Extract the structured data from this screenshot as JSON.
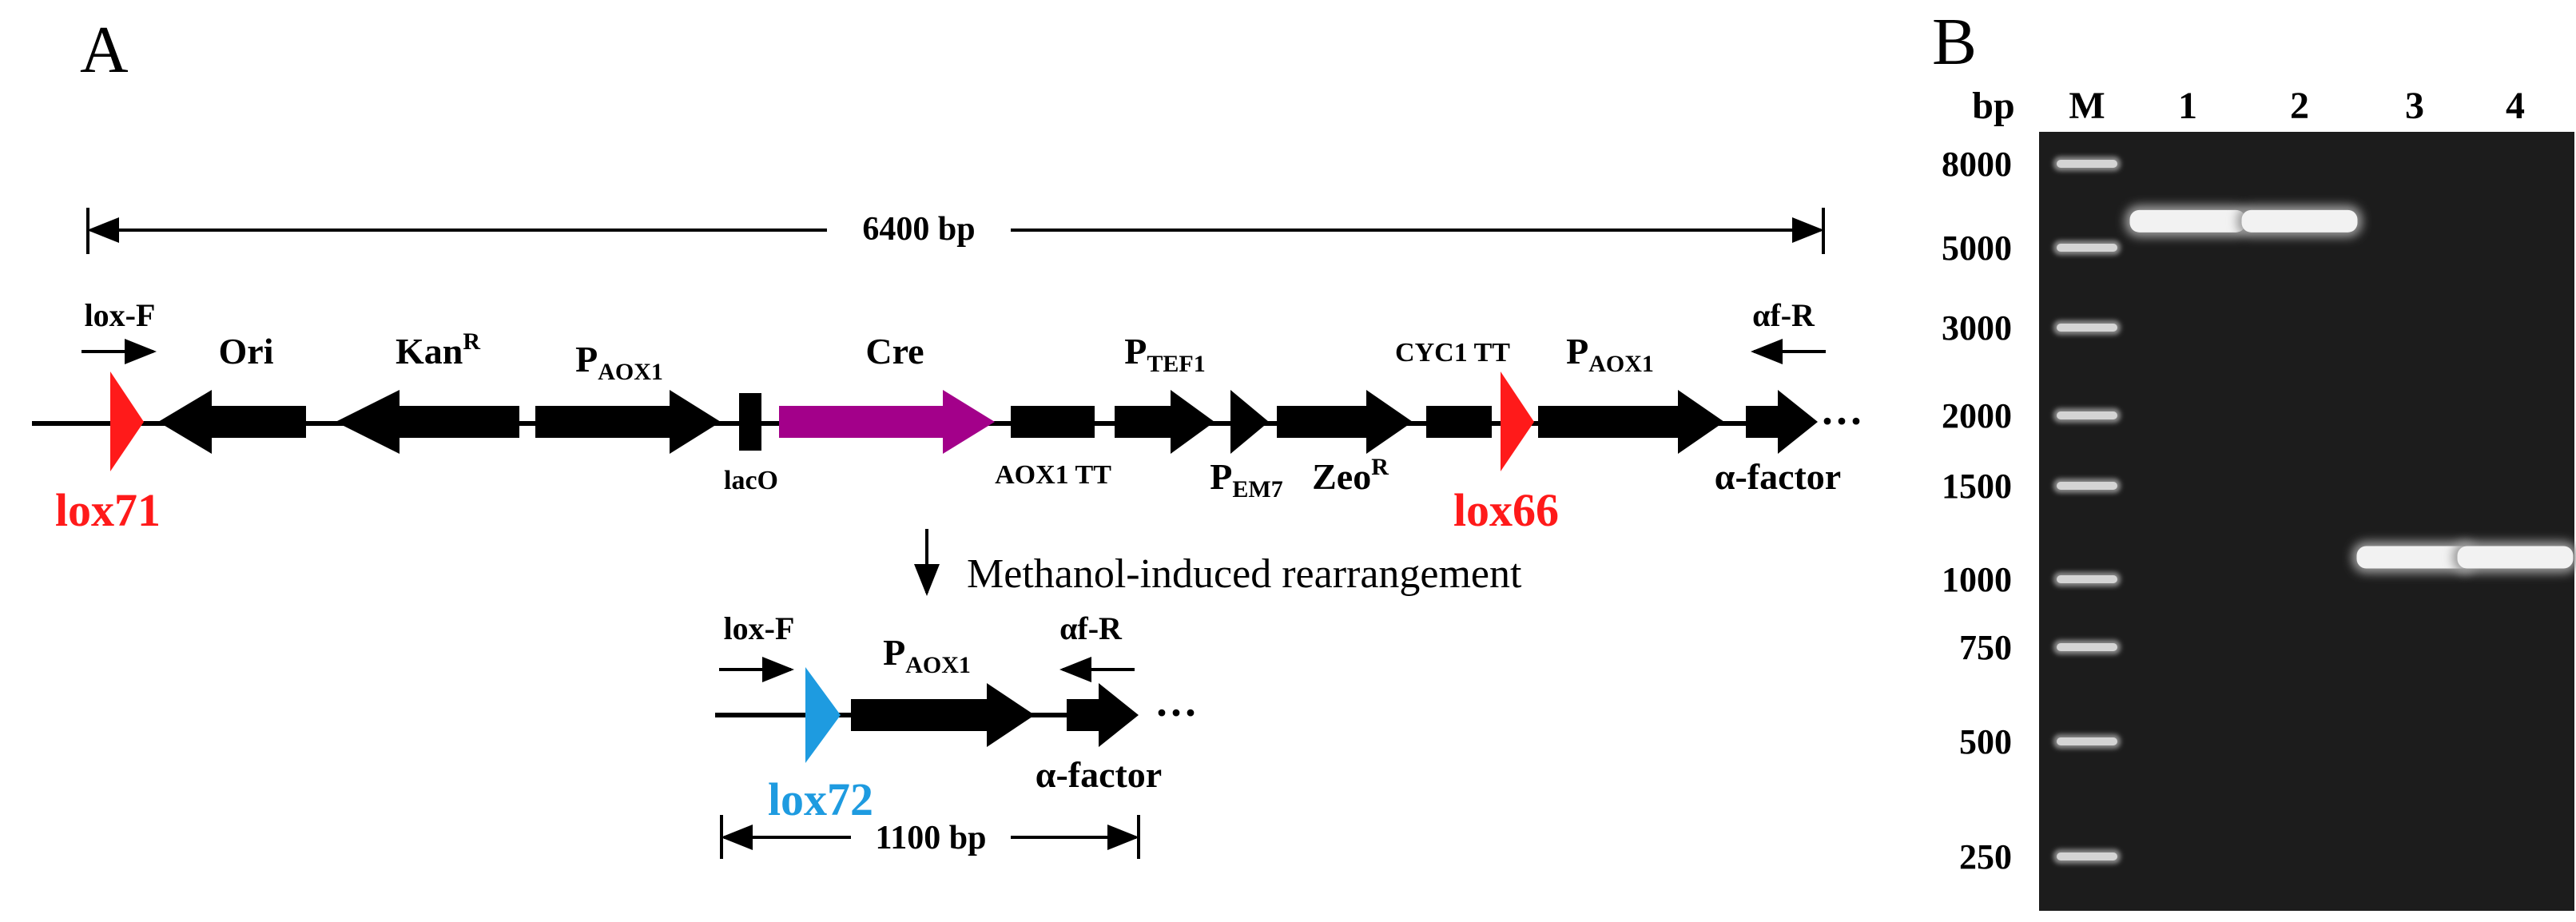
{
  "panelA": {
    "label": "A",
    "span_top": "6400 bp",
    "span_bottom": "1100 bp",
    "arrow_text": "Methanol-induced rearrangement",
    "ellipsis": "···",
    "primers": {
      "lox_f": "lox-F",
      "af_r": "αf-R"
    },
    "sites": {
      "lox71": "lox71",
      "lox66": "lox66",
      "lox72": "lox72"
    },
    "genes": {
      "ori": "Ori",
      "kan": "Kan",
      "kan_sup": "R",
      "paox1": "P",
      "paox1_sub": "AOX1",
      "lacO": "lacO",
      "cre": "Cre",
      "aox1tt": "AOX1 TT",
      "ptef1": "P",
      "ptef1_sub": "TEF1",
      "pem7": "P",
      "pem7_sub": "EM7",
      "zeo": "Zeo",
      "zeo_sup": "R",
      "cyc1tt": "CYC1 TT",
      "alpha": "α-factor"
    },
    "colors": {
      "lox_red": "#ff1a1a",
      "lox_blue": "#1e9be0",
      "cre": "#a3008a",
      "black": "#000000"
    }
  },
  "panelB": {
    "label": "B",
    "bp_header": "bp",
    "lane_labels": [
      "M",
      "1",
      "2",
      "3",
      "4"
    ],
    "ladder_bp": [
      "8000",
      "5000",
      "3000",
      "2000",
      "1500",
      "1000",
      "750",
      "500",
      "250"
    ],
    "sample_bands": [
      {
        "lane": "1",
        "size_bp": 5800
      },
      {
        "lane": "2",
        "size_bp": 5800
      },
      {
        "lane": "3",
        "size_bp": 1100
      },
      {
        "lane": "4",
        "size_bp": 1100
      }
    ],
    "gel_color": "#1c1c1c"
  }
}
